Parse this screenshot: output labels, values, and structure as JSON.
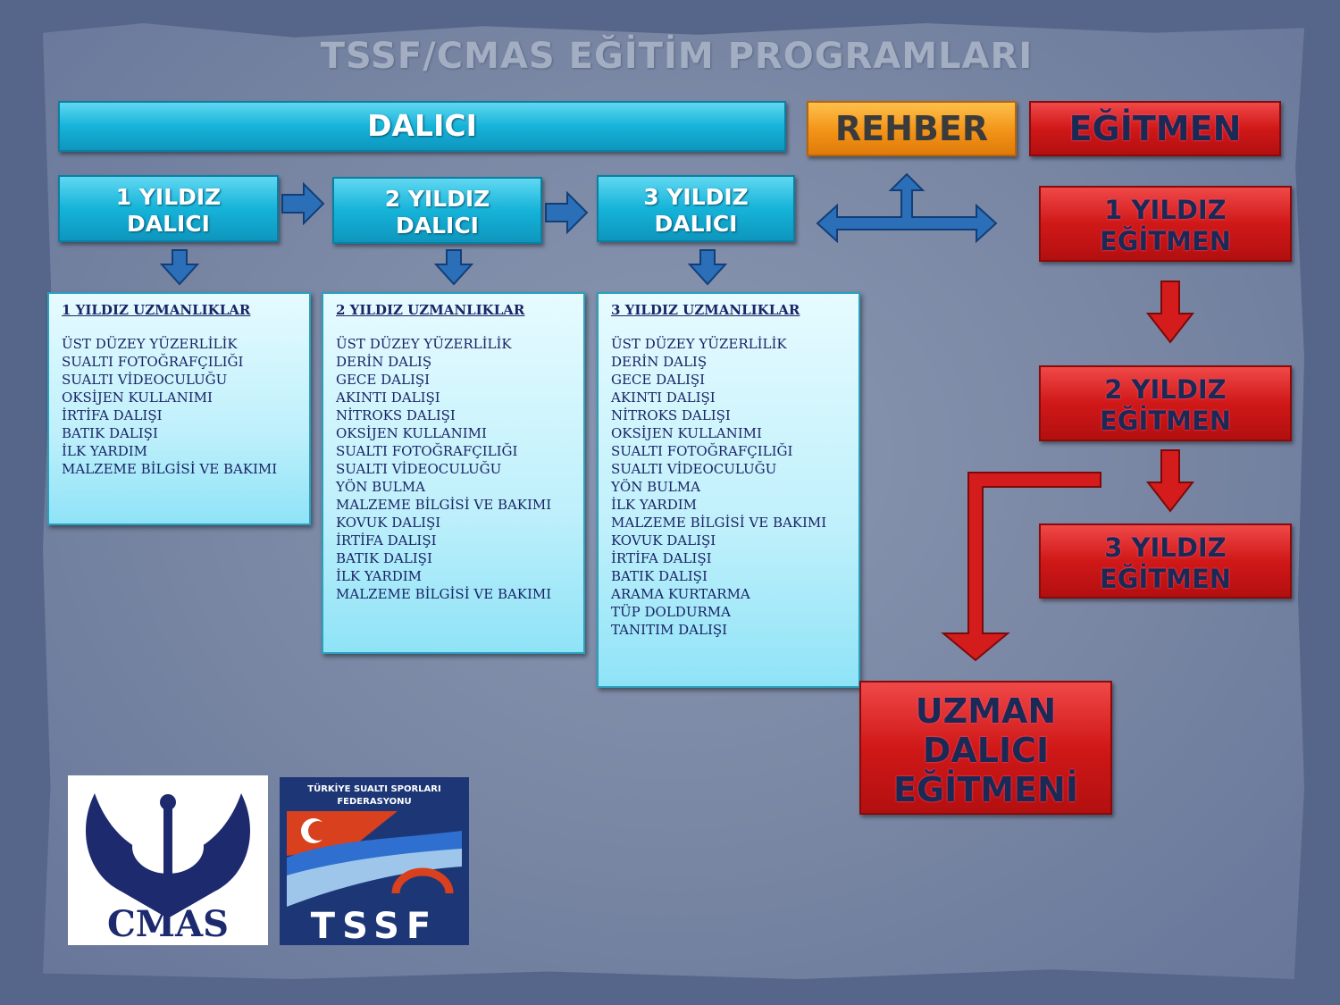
{
  "title": "TSSF/CMAS  EĞİTİM PROGRAMLARI",
  "headers": {
    "dalici": "DALICI",
    "rehber": "REHBER",
    "egitmen": "EĞİTMEN"
  },
  "diver_levels": [
    {
      "line1": "1 YILDIZ",
      "line2": "DALICI"
    },
    {
      "line1": "2 YILDIZ",
      "line2": "DALICI"
    },
    {
      "line1": "3 YILDIZ",
      "line2": "DALICI"
    }
  ],
  "specialties": [
    {
      "title": "1 YILDIZ UZMANLIKLAR",
      "items": [
        "ÜST DÜZEY YÜZERLİLİK",
        "SUALTI FOTOĞRAFÇILIĞI",
        "SUALTI VİDEOCULUĞU",
        "OKSİJEN KULLANIMI",
        "İRTİFA DALIŞI",
        "BATIK DALIŞI",
        "İLK YARDIM",
        "MALZEME BİLGİSİ VE BAKIMI"
      ]
    },
    {
      "title": "2 YILDIZ UZMANLIKLAR",
      "items": [
        "ÜST DÜZEY YÜZERLİLİK",
        "DERİN DALIŞ",
        "GECE DALIŞI",
        "AKINTI DALIŞI",
        "NİTROKS DALIŞI",
        "OKSİJEN KULLANIMI",
        "SUALTI FOTOĞRAFÇILIĞI",
        "SUALTI VİDEOCULUĞU",
        "YÖN BULMA",
        "MALZEME BİLGİSİ VE BAKIMI",
        "KOVUK DALIŞI",
        "İRTİFA DALIŞI",
        "BATIK DALIŞI",
        "İLK YARDIM",
        "MALZEME BİLGİSİ VE BAKIMI"
      ]
    },
    {
      "title": "3 YILDIZ UZMANLIKLAR",
      "items": [
        "ÜST DÜZEY YÜZERLİLİK",
        "DERİN DALIŞ",
        "GECE DALIŞI",
        "AKINTI DALIŞI",
        "NİTROKS DALIŞI",
        "OKSİJEN KULLANIMI",
        "SUALTI FOTOĞRAFÇILIĞI",
        "SUALTI VİDEOCULUĞU",
        "YÖN BULMA",
        "İLK YARDIM",
        "MALZEME BİLGİSİ VE BAKIMI",
        "KOVUK DALIŞI",
        "İRTİFA DALIŞI",
        "BATIK DALIŞI",
        "ARAMA KURTARMA",
        "TÜP DOLDURMA",
        "TANITIM DALIŞI"
      ]
    }
  ],
  "instructor_levels": [
    {
      "line1": "1 YILDIZ",
      "line2": "EĞİTMEN"
    },
    {
      "line1": "2 YILDIZ",
      "line2": "EĞİTMEN"
    },
    {
      "line1": "3 YILDIZ",
      "line2": "EĞİTMEN"
    }
  ],
  "specialist": {
    "line1": "UZMAN",
    "line2": "DALICI",
    "line3": "EĞİTMENİ"
  },
  "logos": {
    "cmas": "CMAS",
    "tssf_top": "TÜRKİYE SUALTI SPORLARI FEDERASYONU",
    "tssf": "TSSF"
  },
  "colors": {
    "cyan": "#16b3d9",
    "orange": "#f29317",
    "red": "#d01818",
    "arrow_blue": "#2a6fb8"
  }
}
